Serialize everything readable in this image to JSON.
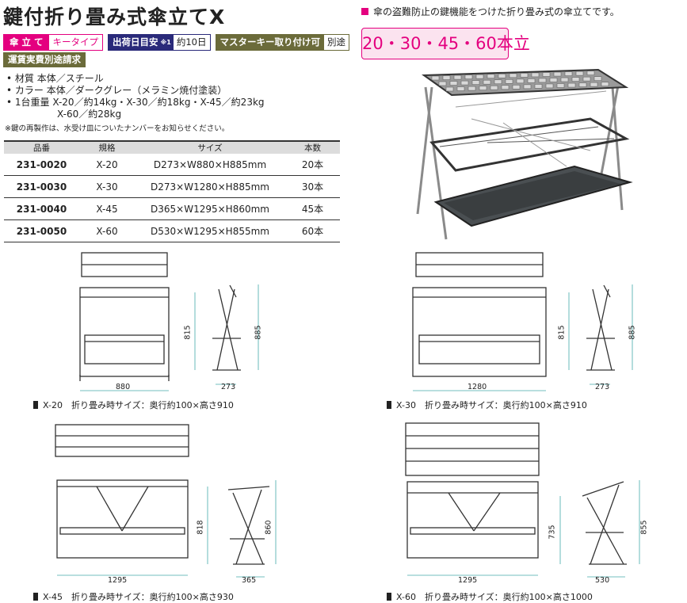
{
  "title": "鍵付折り畳み式傘立てX",
  "tags": {
    "type_label": "傘 立 て",
    "type_value": "キータイプ",
    "ship_label": "出荷日目安",
    "ship_note": "※1",
    "ship_value": "約10日",
    "master_key_label": "マスターキー取り付け可",
    "master_key_value": "別途",
    "shipping_cost": "運賃実費別途請求"
  },
  "specs": {
    "material": "• 材質 本体／スチール",
    "color": "• カラー 本体／ダークグレー（メラミン焼付塗装）",
    "weight_1": "• 1台重量 X-20／約14kg・X-30／約18kg・X-45／約23kg",
    "weight_2": "X-60／約28kg",
    "note": "※鍵の再製作は、水受け皿についたナンバーをお知らせください。"
  },
  "table": {
    "headers": [
      "品番",
      "規格",
      "サイズ",
      "本数"
    ],
    "rows": [
      [
        "231-0020",
        "X-20",
        "D273×W880×H885mm",
        "20本"
      ],
      [
        "231-0030",
        "X-30",
        "D273×W1280×H885mm",
        "30本"
      ],
      [
        "231-0040",
        "X-45",
        "D365×W1295×H860mm",
        "45本"
      ],
      [
        "231-0050",
        "X-60",
        "D530×W1295×H855mm",
        "60本"
      ]
    ]
  },
  "promo": {
    "heading": "傘の盗難防止の鍵機能をつけた折り畳み式の傘立てです。",
    "capacity": "20・30・45・60本立"
  },
  "diagrams": {
    "x20": {
      "caption": "X-20　折り畳み時サイズ：奥行約100×高さ910",
      "width": "880",
      "height_inner": "815",
      "height_outer": "885",
      "depth": "273"
    },
    "x30": {
      "caption": "X-30　折り畳み時サイズ：奥行約100×高さ910",
      "width": "1280",
      "height_inner": "815",
      "height_outer": "885",
      "depth": "273"
    },
    "x45": {
      "caption": "X-45　折り畳み時サイズ：奥行約100×高さ930",
      "width": "1295",
      "height_inner": "818",
      "height_outer": "860",
      "depth": "365"
    },
    "x60": {
      "caption": "X-60　折り畳み時サイズ：奥行約100×高さ1000",
      "width": "1295",
      "height_inner": "735",
      "height_outer": "855",
      "depth": "530"
    }
  },
  "colors": {
    "accent_pink": "#e4007f",
    "navy": "#2a2a7a",
    "olive": "#6b6b3a",
    "promo_bg": "#fbe3ef"
  }
}
